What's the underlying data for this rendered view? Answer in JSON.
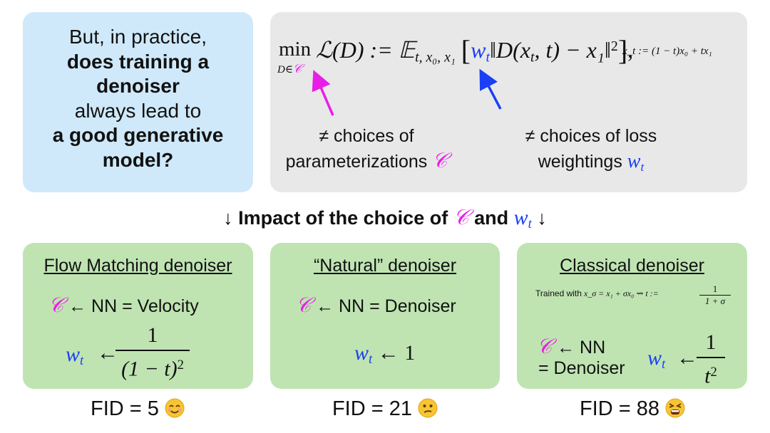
{
  "question": {
    "line1": "But, in practice,",
    "line2": "does training a",
    "line3": "denoiser",
    "line4": "always lead to",
    "line5": "a good generative",
    "line6": "model?"
  },
  "formula": {
    "min": "min",
    "min_sub": "D∈𝒞",
    "loss": "ℒ(D) := 𝔼",
    "expect_sub": "t, x₀, x₁",
    "weight": "w",
    "weight_sub": "t",
    "norm_term": "‖D(x",
    "norm_term2": ", t) − x₁‖",
    "square": "2",
    "interp": "x_t := (1 − t)x₀ + tx₁",
    "param_label_1": "≠ choices of",
    "param_label_2": "parameterizations",
    "weight_label_1": "≠ choices of loss",
    "weight_label_2": "weightings"
  },
  "heading": {
    "prefix": "↓ Impact of the choice of",
    "and": "and",
    "suffix": "↓"
  },
  "cards": [
    {
      "title": "Flow Matching denoiser",
      "param_text": "← NN = Velocity",
      "weight_arrow": "←",
      "numerator": "1",
      "denominator": "(1 − t)",
      "denominator_exp": "2",
      "fid": "FID = 5",
      "emoji": "smiling-face"
    },
    {
      "title": "“Natural” denoiser",
      "param_text": "← NN = Denoiser",
      "weight_arrow": "←",
      "weight_value": "1",
      "fid": "FID = 21",
      "emoji": "confused-face"
    },
    {
      "title": "Classical denoiser",
      "trained_with": "Trained with",
      "trained_eq": "x_σ = x₁ + σx₀",
      "trained_arrow": "⇝",
      "trained_t": "t :=",
      "trained_num": "1",
      "trained_den": "1 + σ",
      "param_text_1": "← NN",
      "param_text_2": "= Denoiser",
      "weight_arrow": "←",
      "numerator": "1",
      "denominator": "t",
      "denominator_exp": "2",
      "fid": "FID = 88",
      "emoji": "tired-face"
    }
  ],
  "colors": {
    "question_bg": "#cfe9fa",
    "formula_bg": "#e8e8e8",
    "card_bg": "#bfe4b2",
    "param_color": "#e91ee6",
    "weight_color": "#1a3ff5"
  }
}
